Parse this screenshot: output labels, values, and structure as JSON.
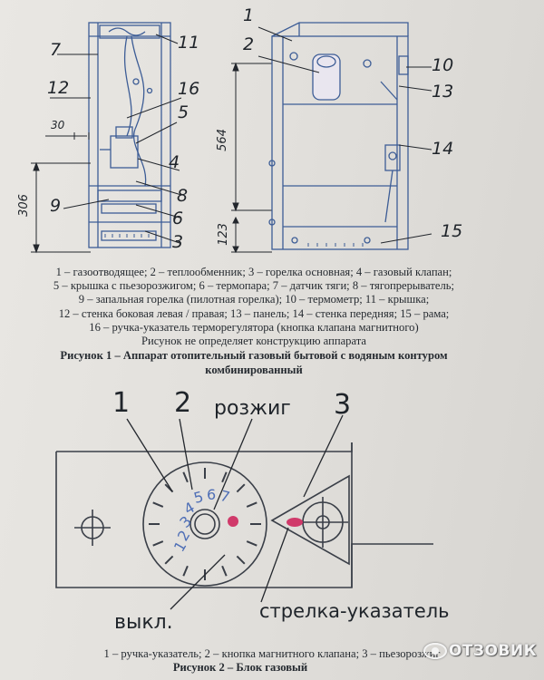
{
  "figure1": {
    "left_view_callouts": [
      "7",
      "11",
      "12",
      "16",
      "5",
      "4",
      "8",
      "9",
      "6",
      "3"
    ],
    "right_view_callouts": [
      "1",
      "2",
      "10",
      "13",
      "14",
      "15"
    ],
    "dim_30": "30",
    "dim_306": "306",
    "dim_564": "564",
    "dim_123": "123",
    "legend_lines": [
      "1 – газоотводящее; 2 – теплообменник; 3 – горелка основная; 4 – газовый клапан;",
      "5 – крышка с пьезорозжигом; 6 – термопара; 7 – датчик тяги; 8 – тягопрерыватель;",
      "9 – запальная горелка (пилотная горелка); 10 – термометр; 11 – крышка;",
      "12 – стенка боковая левая / правая; 13 – панель; 14 – стенка передняя; 15 – рама;",
      "16 – ручка-указатель терморегулятора (кнопка клапана магнитного)",
      "Рисунок не определяет конструкцию аппарата"
    ],
    "title_line1": "Рисунок 1 – Аппарат отопительный газовый бытовой с водяным контуром",
    "title_line2": "комбинированный"
  },
  "figure2": {
    "label_1": "1",
    "label_2": "2",
    "label_3": "3",
    "label_ignition": "розжиг",
    "label_off": "выкл.",
    "label_pointer": "стрелка-указатель",
    "dial_digits": [
      "1",
      "2",
      "3",
      "4",
      "5",
      "6",
      "7"
    ],
    "legend": "1 – ручка-указатель; 2 – кнопка магнитного клапана; 3 – пьезорозжиг",
    "title": "Рисунок 2 – Блок газовый"
  },
  "watermark": "ОТЗОВИК",
  "colors": {
    "drawing_blue": "#3d5d96",
    "text_dark": "#252a30",
    "dot_pink": "#d03a6a",
    "dial_digit_blue": "#4f6fb6"
  }
}
